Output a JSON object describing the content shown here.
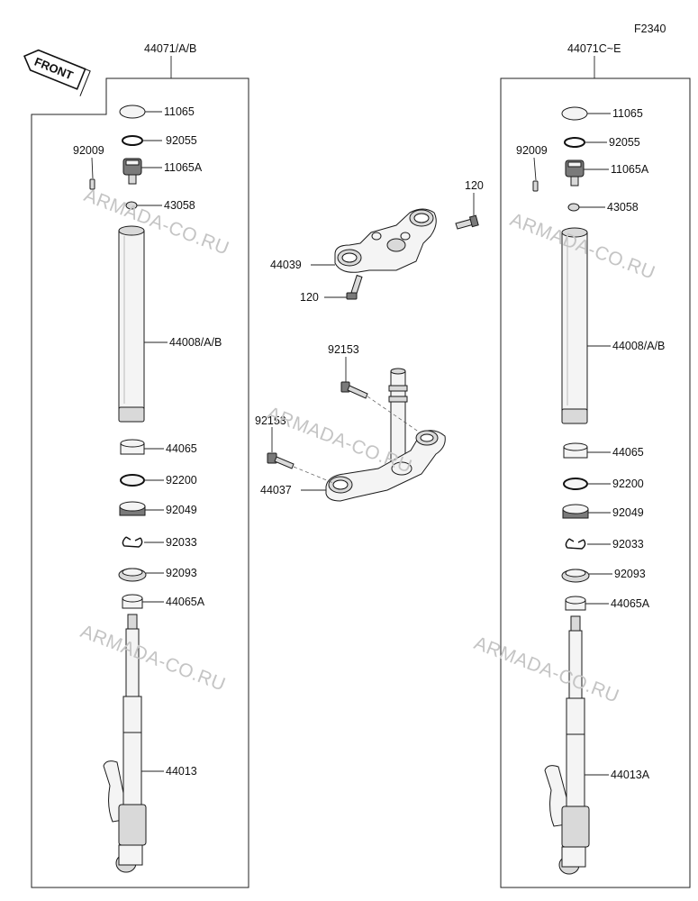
{
  "figure_code": "F2340",
  "front_label": "FRONT",
  "left_assembly": {
    "title": "44071/A/B",
    "parts": [
      "11065",
      "92055",
      "11065A",
      "92009",
      "43058",
      "44008/A/B",
      "44065",
      "92200",
      "92049",
      "92033",
      "92093",
      "44065A",
      "44013"
    ]
  },
  "right_assembly": {
    "title": "44071C~E",
    "parts": [
      "11065",
      "92055",
      "11065A",
      "92009",
      "43058",
      "44008/A/B",
      "44065",
      "92200",
      "92049",
      "92033",
      "92093",
      "44065A",
      "44013A"
    ]
  },
  "upper_clamp": {
    "bracket": "44039",
    "bolt_top": "120",
    "bolt_bottom": "120"
  },
  "lower_clamp": {
    "bracket": "44037",
    "bolt_top": "92153",
    "bolt_left": "92153"
  },
  "watermark": "ARMADA-CO.RU"
}
